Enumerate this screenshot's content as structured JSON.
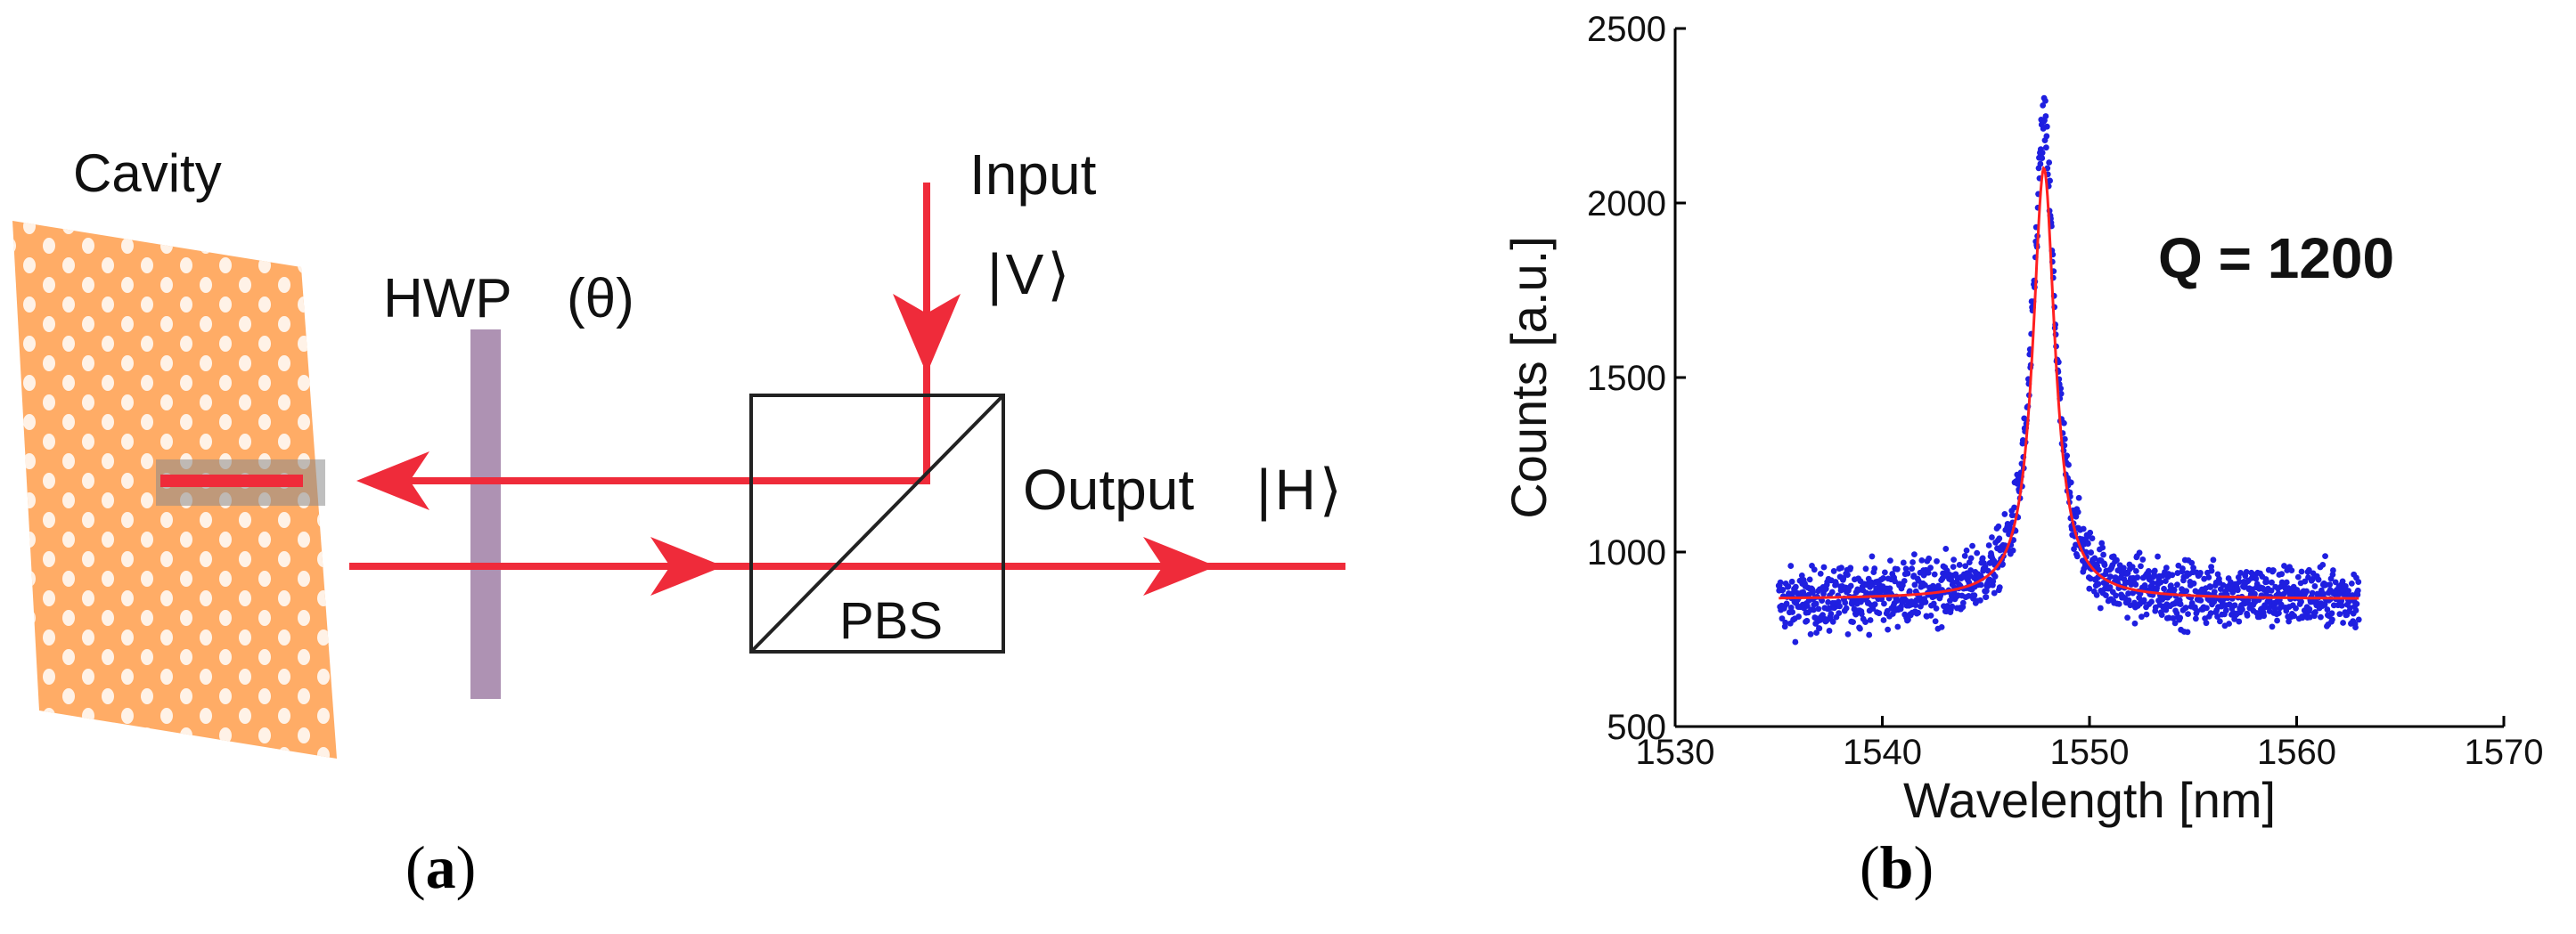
{
  "figure": {
    "panel_a": {
      "cavity_label": "Cavity",
      "hwp_label": "HWP",
      "theta_label": "(θ)",
      "input_label": "Input",
      "input_state": "V",
      "output_label": "Output",
      "output_state": "H",
      "pbs_label": "PBS",
      "caption_letter": "a"
    },
    "panel_b": {
      "annotation": "Q = 1200",
      "caption_letter": "b"
    }
  },
  "colors": {
    "cavity": "#ffac66",
    "hole": "#fff6ee",
    "beam": "#ef2b3a",
    "hwp": "#a07fa6",
    "data_points": "#1f1fe0",
    "fit_line": "#ff2020"
  },
  "chart_data": {
    "type": "scatter",
    "xlabel": "Wavelength [nm]",
    "ylabel": "Counts [a.u.]",
    "xlim": [
      1530,
      1570
    ],
    "ylim": [
      500,
      2500
    ],
    "xticks": [
      1530,
      1540,
      1550,
      1560,
      1570
    ],
    "yticks": [
      500,
      1000,
      1500,
      2000,
      2500
    ],
    "grid": false,
    "series": [
      {
        "kind": "scatter",
        "x_range": [
          1535,
          1563
        ],
        "baseline": 870,
        "noise": 45,
        "peak_center": 1547.8,
        "peak_value": 2220
      },
      {
        "kind": "line",
        "model": "lorentzian",
        "x_range": [
          1535,
          1563
        ],
        "baseline": 865,
        "peak_center": 1547.8,
        "peak_value": 2100,
        "fwhm": 1.3
      }
    ]
  }
}
